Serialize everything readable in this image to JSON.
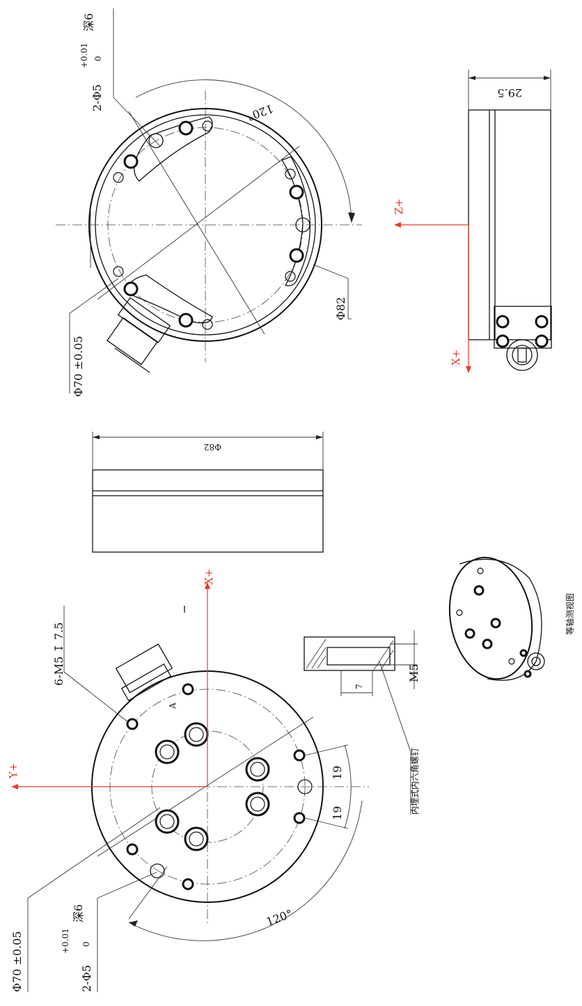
{
  "top_view": {
    "hole_callout_1": "2-Φ5",
    "tol_upper": "+0.01",
    "tol_lower": "0",
    "depth": "深6",
    "angle": "120°",
    "diameter_outer": "Φ82",
    "diameter_pitch": "Φ70  ±0.05"
  },
  "side_view_right": {
    "thickness": "29.5",
    "axis_z": "Z+",
    "axis_x": "X+"
  },
  "side_view_middle": {
    "diameter": "Φ82"
  },
  "bottom_view": {
    "thread_callout": "6-M5 ↧ 7.5",
    "section_label": "A",
    "axis_x": "X+",
    "axis_y": "Y+",
    "dim_19_a": "19",
    "dim_19_b": "19",
    "angle": "120°",
    "hole_callout": "2-Φ5",
    "tol_upper": "+0.01",
    "tol_lower": "0",
    "depth": "深6",
    "diameter_pitch": "Φ70  ±0.05"
  },
  "section_detail": {
    "dim_7": "7",
    "dim_m5": "M5",
    "note": "内埋式内六角螺钉"
  },
  "iso_view": {
    "caption": "等轴测视图"
  },
  "colors": {
    "axis": "#e43b24",
    "line": "#111111"
  }
}
